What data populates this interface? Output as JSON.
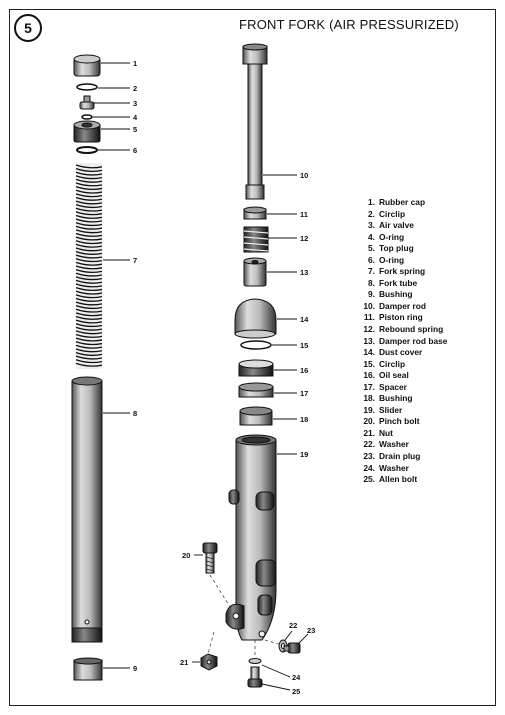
{
  "figure": {
    "number": "5",
    "title": "FRONT FORK (AIR PRESSURIZED)"
  },
  "legend": [
    {
      "num": "1.",
      "label": "Rubber cap"
    },
    {
      "num": "2.",
      "label": "Circlip"
    },
    {
      "num": "3.",
      "label": "Air valve"
    },
    {
      "num": "4.",
      "label": "O-ring"
    },
    {
      "num": "5.",
      "label": "Top plug"
    },
    {
      "num": "6.",
      "label": "O-ring"
    },
    {
      "num": "7.",
      "label": "Fork spring"
    },
    {
      "num": "8.",
      "label": "Fork tube"
    },
    {
      "num": "9.",
      "label": "Bushing"
    },
    {
      "num": "10.",
      "label": "Damper rod"
    },
    {
      "num": "11.",
      "label": "Piston ring"
    },
    {
      "num": "12.",
      "label": "Rebound spring"
    },
    {
      "num": "13.",
      "label": "Damper rod base"
    },
    {
      "num": "14.",
      "label": "Dust cover"
    },
    {
      "num": "15.",
      "label": "Circlip"
    },
    {
      "num": "16.",
      "label": "Oil seal"
    },
    {
      "num": "17.",
      "label": "Spacer"
    },
    {
      "num": "18.",
      "label": "Bushing"
    },
    {
      "num": "19.",
      "label": "Slider"
    },
    {
      "num": "20.",
      "label": "Pinch bolt"
    },
    {
      "num": "21.",
      "label": "Nut"
    },
    {
      "num": "22.",
      "label": "Washer"
    },
    {
      "num": "23.",
      "label": "Drain plug"
    },
    {
      "num": "24.",
      "label": "Washer"
    },
    {
      "num": "25.",
      "label": "Allen bolt"
    }
  ],
  "callouts": [
    "1",
    "2",
    "3",
    "4",
    "5",
    "6",
    "7",
    "8",
    "9",
    "10",
    "11",
    "12",
    "13",
    "14",
    "15",
    "16",
    "17",
    "18",
    "19",
    "20",
    "21",
    "22",
    "23",
    "24",
    "25"
  ]
}
